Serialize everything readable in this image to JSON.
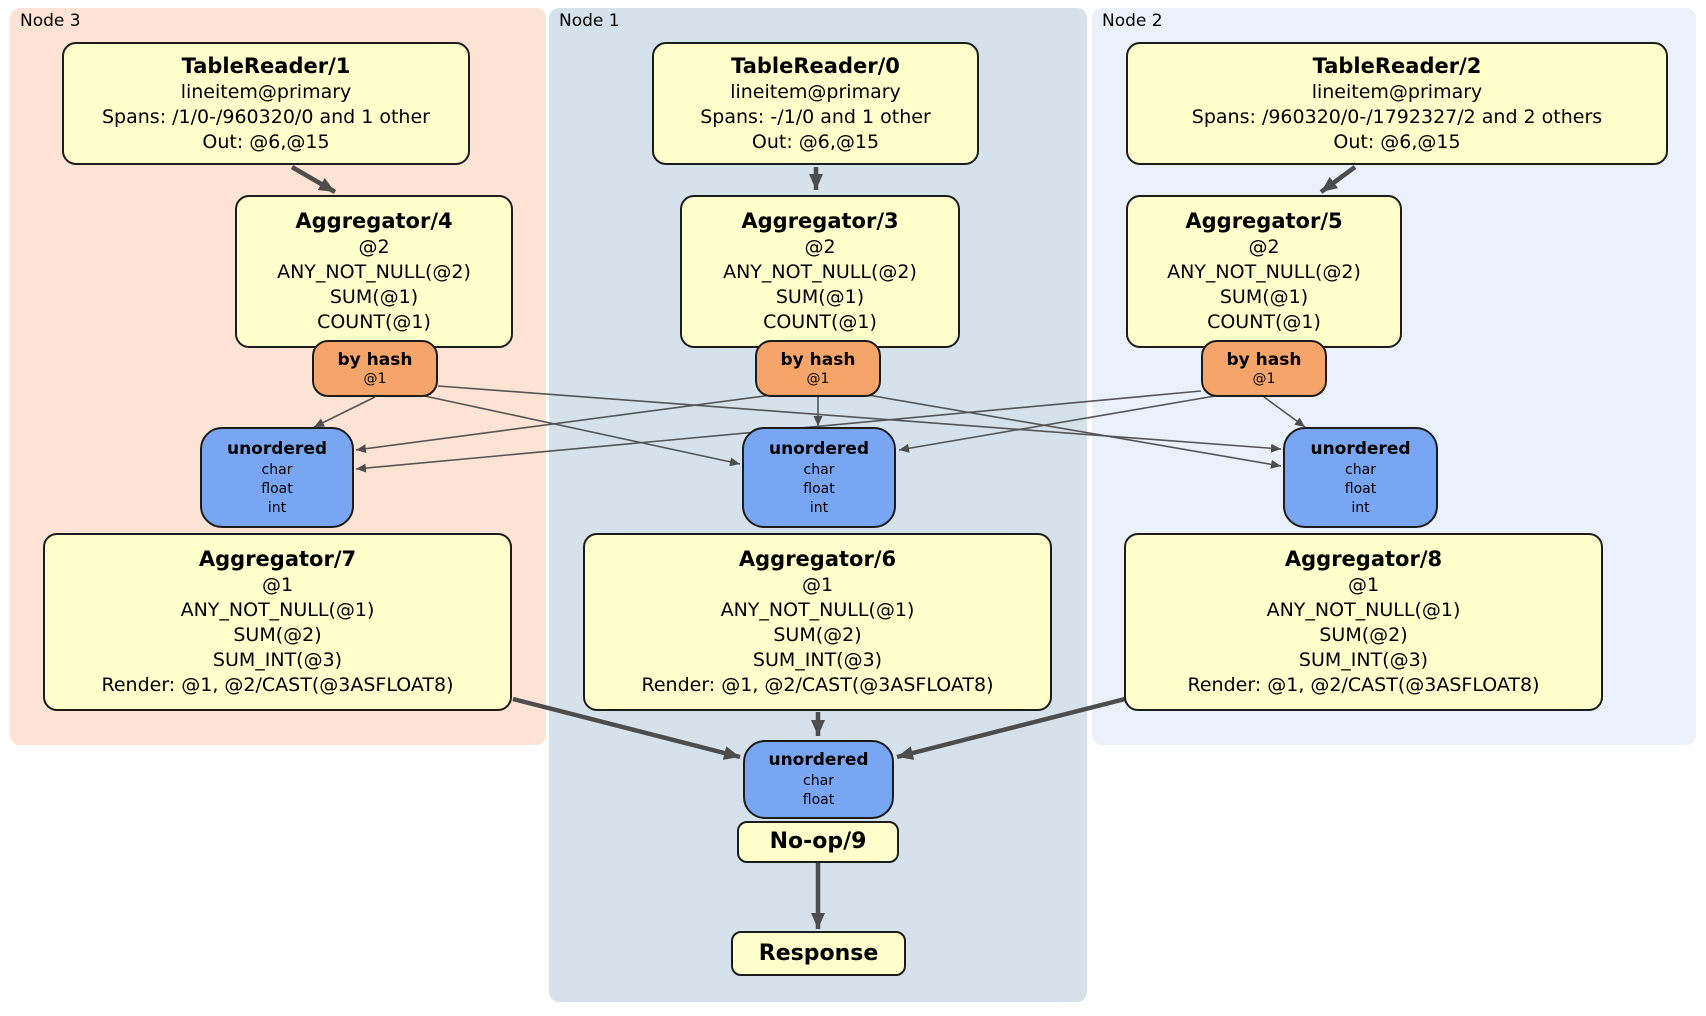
{
  "colors": {
    "node3_region": "#fce3d4",
    "node1_region": "#d5e2ec",
    "node2_region": "#eaf1fb",
    "operator_box": "#ffffcc",
    "router_box": "#f5a569",
    "sync_box": "#79a6f2",
    "edge": "#4d4d4d",
    "box_border": "#1c1c1c"
  },
  "node_groups": [
    {
      "label": "Node 3",
      "table_reader": {
        "title": "TableReader/1",
        "lines": [
          "lineitem@primary",
          "Spans: /1/0-/960320/0 and 1 other",
          "Out: @6,@15"
        ]
      },
      "pre_aggregator": {
        "title": "Aggregator/4",
        "lines": [
          "@2",
          "ANY_NOT_NULL(@2)",
          "SUM(@1)",
          "COUNT(@1)"
        ]
      },
      "router": {
        "title": "by hash",
        "lines": [
          "@1"
        ]
      },
      "sync": {
        "title": "unordered",
        "lines": [
          "char",
          "float",
          "int"
        ]
      },
      "final_aggregator": {
        "title": "Aggregator/7",
        "lines": [
          "@1",
          "ANY_NOT_NULL(@1)",
          "SUM(@2)",
          "SUM_INT(@3)",
          "Render: @1, @2/CAST(@3ASFLOAT8)"
        ]
      }
    },
    {
      "label": "Node 1",
      "table_reader": {
        "title": "TableReader/0",
        "lines": [
          "lineitem@primary",
          "Spans: -/1/0 and 1 other",
          "Out: @6,@15"
        ]
      },
      "pre_aggregator": {
        "title": "Aggregator/3",
        "lines": [
          "@2",
          "ANY_NOT_NULL(@2)",
          "SUM(@1)",
          "COUNT(@1)"
        ]
      },
      "router": {
        "title": "by hash",
        "lines": [
          "@1"
        ]
      },
      "sync": {
        "title": "unordered",
        "lines": [
          "char",
          "float",
          "int"
        ]
      },
      "final_aggregator": {
        "title": "Aggregator/6",
        "lines": [
          "@1",
          "ANY_NOT_NULL(@1)",
          "SUM(@2)",
          "SUM_INT(@3)",
          "Render: @1, @2/CAST(@3ASFLOAT8)"
        ]
      }
    },
    {
      "label": "Node 2",
      "table_reader": {
        "title": "TableReader/2",
        "lines": [
          "lineitem@primary",
          "Spans: /960320/0-/1792327/2 and 2 others",
          "Out: @6,@15"
        ]
      },
      "pre_aggregator": {
        "title": "Aggregator/5",
        "lines": [
          "@2",
          "ANY_NOT_NULL(@2)",
          "SUM(@1)",
          "COUNT(@1)"
        ]
      },
      "router": {
        "title": "by hash",
        "lines": [
          "@1"
        ]
      },
      "sync": {
        "title": "unordered",
        "lines": [
          "char",
          "float",
          "int"
        ]
      },
      "final_aggregator": {
        "title": "Aggregator/8",
        "lines": [
          "@1",
          "ANY_NOT_NULL(@1)",
          "SUM(@2)",
          "SUM_INT(@3)",
          "Render: @1, @2/CAST(@3ASFLOAT8)"
        ]
      }
    }
  ],
  "output_chain": {
    "sync": {
      "title": "unordered",
      "lines": [
        "char",
        "float"
      ]
    },
    "noop": {
      "title": "No-op/9"
    },
    "response": {
      "title": "Response"
    }
  }
}
